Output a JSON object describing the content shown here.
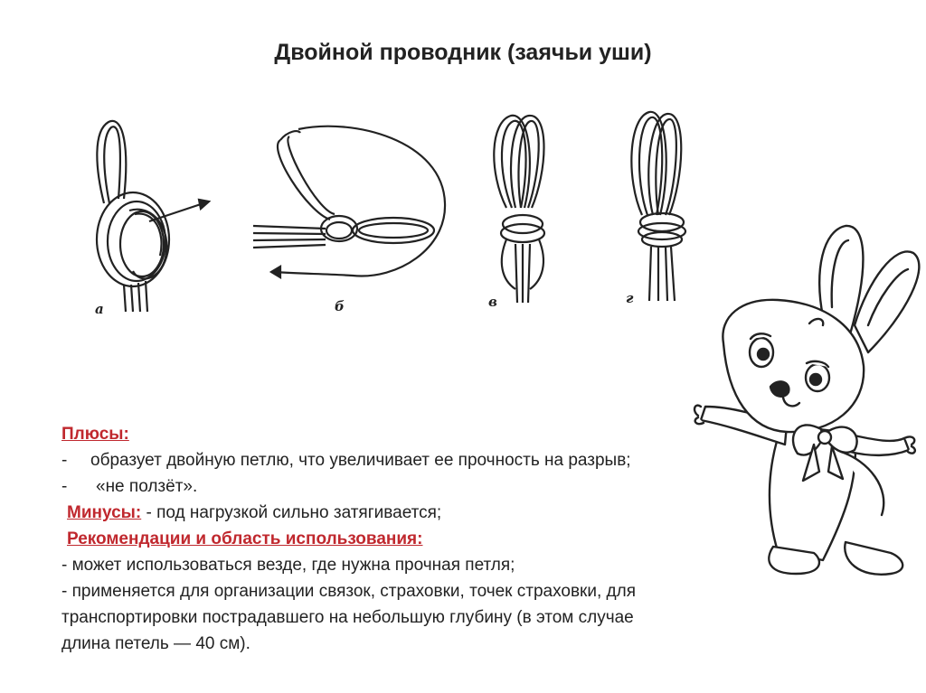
{
  "slide": {
    "title": "Двойной проводник (заячьи уши)"
  },
  "figures": [
    {
      "label": "а"
    },
    {
      "label": "б"
    },
    {
      "label": "в"
    },
    {
      "label": "г"
    }
  ],
  "pros": {
    "heading": "Плюсы:",
    "items": [
      {
        "dash": "-",
        "text": "образует двойную петлю, что увеличивает ее прочность на разрыв;"
      },
      {
        "dash": "-",
        "text": "«не ползёт»."
      }
    ]
  },
  "cons": {
    "heading": "Минусы:",
    "text": " - под нагрузкой сильно затягивается;"
  },
  "recommendations": {
    "heading": "Рекомендации и область использования:",
    "lines": [
      "- может использоваться везде, где нужна прочная петля;",
      "- применяется для организации связок, страховки, точек страховки, для",
      "транспортировки пострадавшего на небольшую глубину (в этом случае",
      "длина петель — 40 см)."
    ]
  },
  "illustration": {
    "icon": "bunny-mascot-icon"
  }
}
